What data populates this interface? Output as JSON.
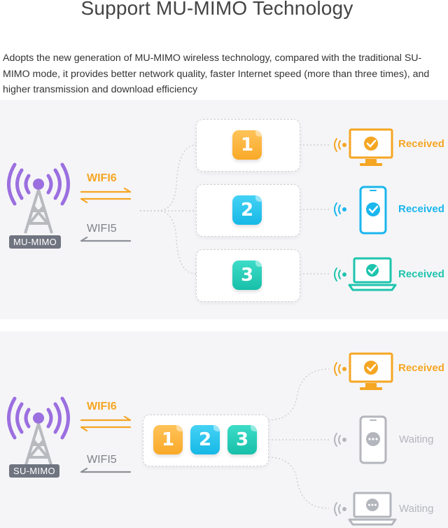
{
  "title": "Support MU-MIMO Technology",
  "intro": "Adopts the new generation of MU-MIMO wireless technology, compared with the traditional SU-MIMO mode, it provides better network quality, faster Internet speed (more than three times), and higher transmission and download efficiency",
  "mu": {
    "badge": "MU-MIMO",
    "wifi6": "WIFI6",
    "wifi5": "WIFI5",
    "packets": [
      "1",
      "2",
      "3"
    ],
    "devices": [
      {
        "icon": "monitor-icon",
        "status": "Received"
      },
      {
        "icon": "phone-icon",
        "status": "Received"
      },
      {
        "icon": "laptop-icon",
        "status": "Received"
      }
    ]
  },
  "su": {
    "badge": "SU-MIMO",
    "wifi6": "WIFI6",
    "wifi5": "WIFI5",
    "packets": [
      "1",
      "2",
      "3"
    ],
    "devices": [
      {
        "icon": "monitor-icon",
        "status": "Received"
      },
      {
        "icon": "phone-icon",
        "status": "Waiting"
      },
      {
        "icon": "laptop-icon",
        "status": "Waiting"
      }
    ]
  },
  "colors": {
    "orange": "#f5a623",
    "blue": "#1ab6ee",
    "teal": "#1ec4ad",
    "gray": "#b4b6bd",
    "purple": "#9b6fe0"
  }
}
